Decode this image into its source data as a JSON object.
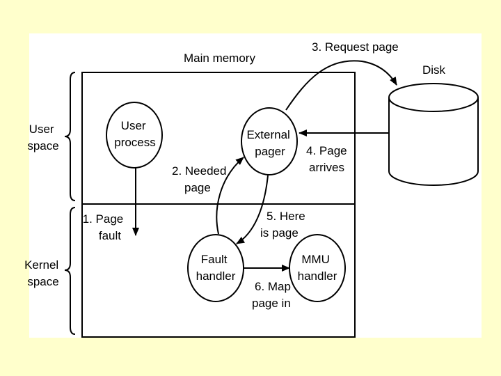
{
  "colors": {
    "slide_background": "#ffffcc",
    "panel_background": "#ffffff",
    "ink": "#000000"
  },
  "labels": {
    "main_memory": "Main memory",
    "disk": "Disk",
    "user_space": [
      "User",
      "space"
    ],
    "kernel_space": [
      "Kernel",
      "space"
    ]
  },
  "nodes": {
    "user_process": [
      "User",
      "process"
    ],
    "external_pager": [
      "External",
      "pager"
    ],
    "fault_handler": [
      "Fault",
      "handler"
    ],
    "mmu_handler": [
      "MMU",
      "handler"
    ]
  },
  "steps": {
    "page_fault": [
      "1. Page",
      "fault"
    ],
    "needed_page": [
      "2. Needed",
      "page"
    ],
    "request_page": [
      "3. Request page"
    ],
    "page_arrives": [
      "4. Page",
      "arrives"
    ],
    "here_is_page": [
      "5. Here",
      "is page"
    ],
    "map_page_in": [
      "6. Map",
      "page in"
    ]
  }
}
